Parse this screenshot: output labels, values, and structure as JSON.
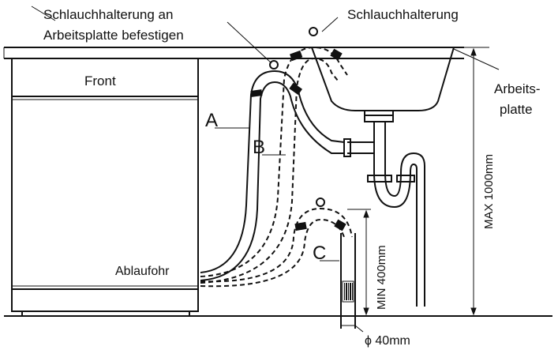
{
  "labels": {
    "hose_holder_countertop": "Schlauchhalterung an",
    "hose_holder_countertop_line2": "Arbeitsplatte befestigen",
    "hose_holder": "Schlauchhalterung",
    "countertop": "Arbeits-",
    "countertop_line2": "platte",
    "front": "Front",
    "drain_ear": "Ablaufohr",
    "hose_a": "A",
    "hose_b": "B",
    "hose_c": "C",
    "max_height": "MAX 1000mm",
    "min_height": "MIN 400mm",
    "diameter": "ϕ 40mm"
  }
}
